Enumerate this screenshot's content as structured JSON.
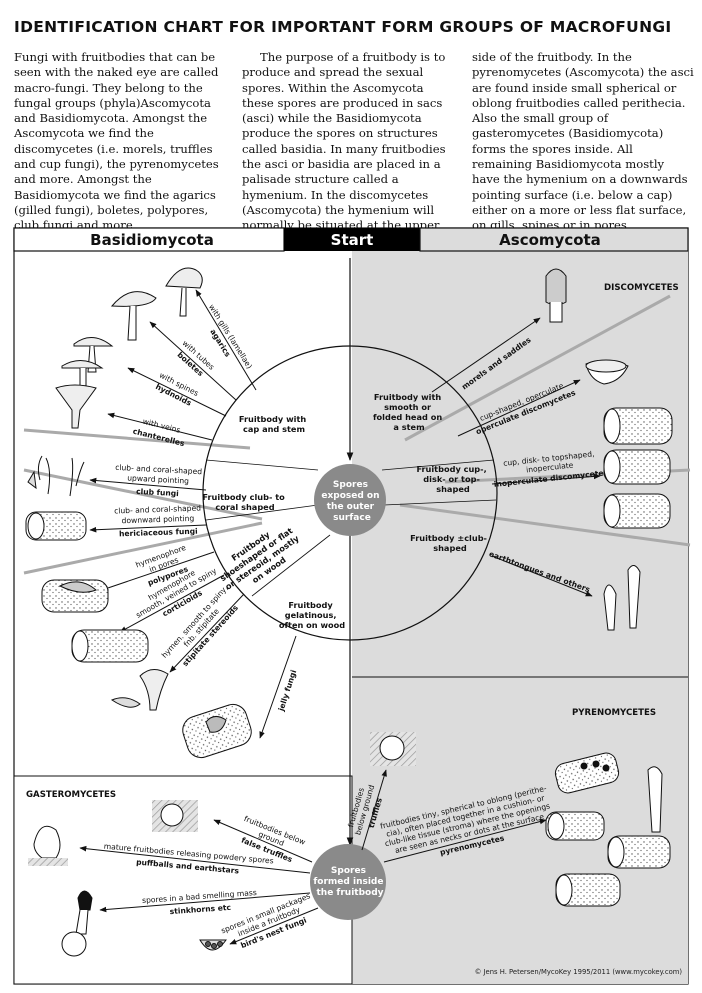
{
  "title": "IDENTIFICATION CHART FOR IMPORTANT FORM GROUPS OF MACROFUNGI",
  "intro": {
    "col1": "Fungi with fruitbodies that can be seen with the naked eye are called macro-fungi. They belong to the fungal groups (phyla)Ascomycota and Basidiomycota. Amongst the Ascomycota we find the discomycetes (i.e. morels, truffles and cup fungi), the pyrenomycetes and more. Amongst the Basidiomycota we find the agarics (gilled fungi), boletes, polypores, club fungi and more.",
    "col2": "The purpose of a fruitbody is to produce and spread the sexual spores. Within the Ascomycota these spores are produced in sacs (asci) while the Basidiomycota produce the spores on structures called basidia. In many fruitbodies the asci or basidia are placed in a palisade structure called a hymenium. In the discomycetes (Ascomycota) the hymenium will normally be situated at the upper",
    "col3": "side of the fruitbody. In the pyrenomycetes (Ascomycota) the asci are found inside small spherical or oblong fruitbodies called perithecia. Also the small group of gasteromycetes (Basidiomycota) forms the spores inside. All remaining Basidiomycota mostly have the hymenium on a downwards pointing surface (i.e. below a cap) either on a more or less flat surface, on gills, spines or in pores."
  },
  "headers": {
    "left": "Basidiomycota",
    "center": "Start",
    "right": "Ascomycota"
  },
  "sections": {
    "discomycetes": "DISCOMYCETES",
    "pyrenomycetes": "PYRENOMYCETES",
    "gasteromycetes": "GASTEROMYCETES"
  },
  "center_top": [
    "Spores",
    "exposed on",
    "the outer",
    "surface"
  ],
  "center_bottom": [
    "Spores",
    "formed inside",
    "the fruitbody"
  ],
  "inner": {
    "cap_stem": [
      "Fruitbody with",
      "cap and stem"
    ],
    "club_coral": [
      "Fruitbody club- to",
      "coral shaped"
    ],
    "shelf": [
      "Fruitbody",
      "shoeshaped or flat",
      "or stereoid, mostly",
      "on wood"
    ],
    "gelatinous": [
      "Fruitbody",
      "gelatinous,",
      "often on wood"
    ],
    "smooth_head": [
      "Fruitbody with",
      "smooth or",
      "folded head on",
      "a stem"
    ],
    "cup": [
      "Fruitbody cup-,",
      "disk- or top-",
      "shaped"
    ],
    "club": [
      "Fruitbody ±club-",
      "shaped"
    ]
  },
  "branches": {
    "agarics": {
      "desc": "with gills (lamellae)",
      "name": "agarics"
    },
    "boletes": {
      "desc": "with tubes",
      "name": "boletes"
    },
    "hydnoids": {
      "desc": "with spines",
      "name": "hydnoids"
    },
    "chanterelles": {
      "desc": "with veins",
      "name": "chanterelles"
    },
    "club_fungi": {
      "desc1": "club- and coral-shaped",
      "desc2": "upward pointing",
      "name": "club fungi"
    },
    "hericiaceous": {
      "desc1": "club- and coral-shaped",
      "desc2": "downward pointing",
      "name": "hericiaceous fungi"
    },
    "polypores": {
      "desc1": "hymenophore",
      "desc2": "in pores",
      "name": "polypores"
    },
    "corticioids": {
      "desc1": "hymenophore",
      "desc2": "smooth, veined to spiny",
      "name": "corticioids"
    },
    "stipitate": {
      "desc1": "hymen. smooth to spiny,",
      "desc2": "fnb. stipitate",
      "name": "stipitate stereoids"
    },
    "jelly": {
      "name": "jelly fungi"
    },
    "morels": {
      "name": "morels and saddles"
    },
    "operculate": {
      "desc": "cup-shaped, operculate",
      "name": "operculate discomycetes"
    },
    "inoperculate": {
      "desc1": "cup, disk- to topshaped,",
      "desc2": "inoperculate",
      "name": "inoperculate discomycetes"
    },
    "earthtongues": {
      "name": "earthtongues and others"
    },
    "truffles": {
      "desc1": "fruitbodies",
      "desc2": "below ground",
      "name": "truffles"
    },
    "pyrenomycetes": {
      "desc1": "fruitbodies tiny, spherical to oblong (perithe-",
      "desc2": "cia), often placed together in a cushion- or",
      "desc3": "club-like tissue (stroma) where the openings",
      "desc4": "are seen as necks or dots at the surface",
      "name": "pyrenomycetes"
    },
    "false_truffles": {
      "desc1": "fruitbodies below",
      "desc2": "ground",
      "name": "false truffles"
    },
    "puffballs": {
      "desc": "mature fruitbodies releasing powdery spores",
      "name": "puffballs and earthstars"
    },
    "stinkhorns": {
      "desc": "spores in a bad smelling mass",
      "name": "stinkhorns etc"
    },
    "birds_nest": {
      "desc1": "spores in small packages",
      "desc2": "inside a fruitbody",
      "name": "bird's nest fungi"
    }
  },
  "credit": "© Jens H. Petersen/MycoKey 1995/2011 (www.mycokey.com)",
  "colors": {
    "gray_panel": "#dcdcdc",
    "hatch_gray": "#c8c8c8",
    "circle": "#8a8a8a",
    "header_black": "#000000"
  }
}
